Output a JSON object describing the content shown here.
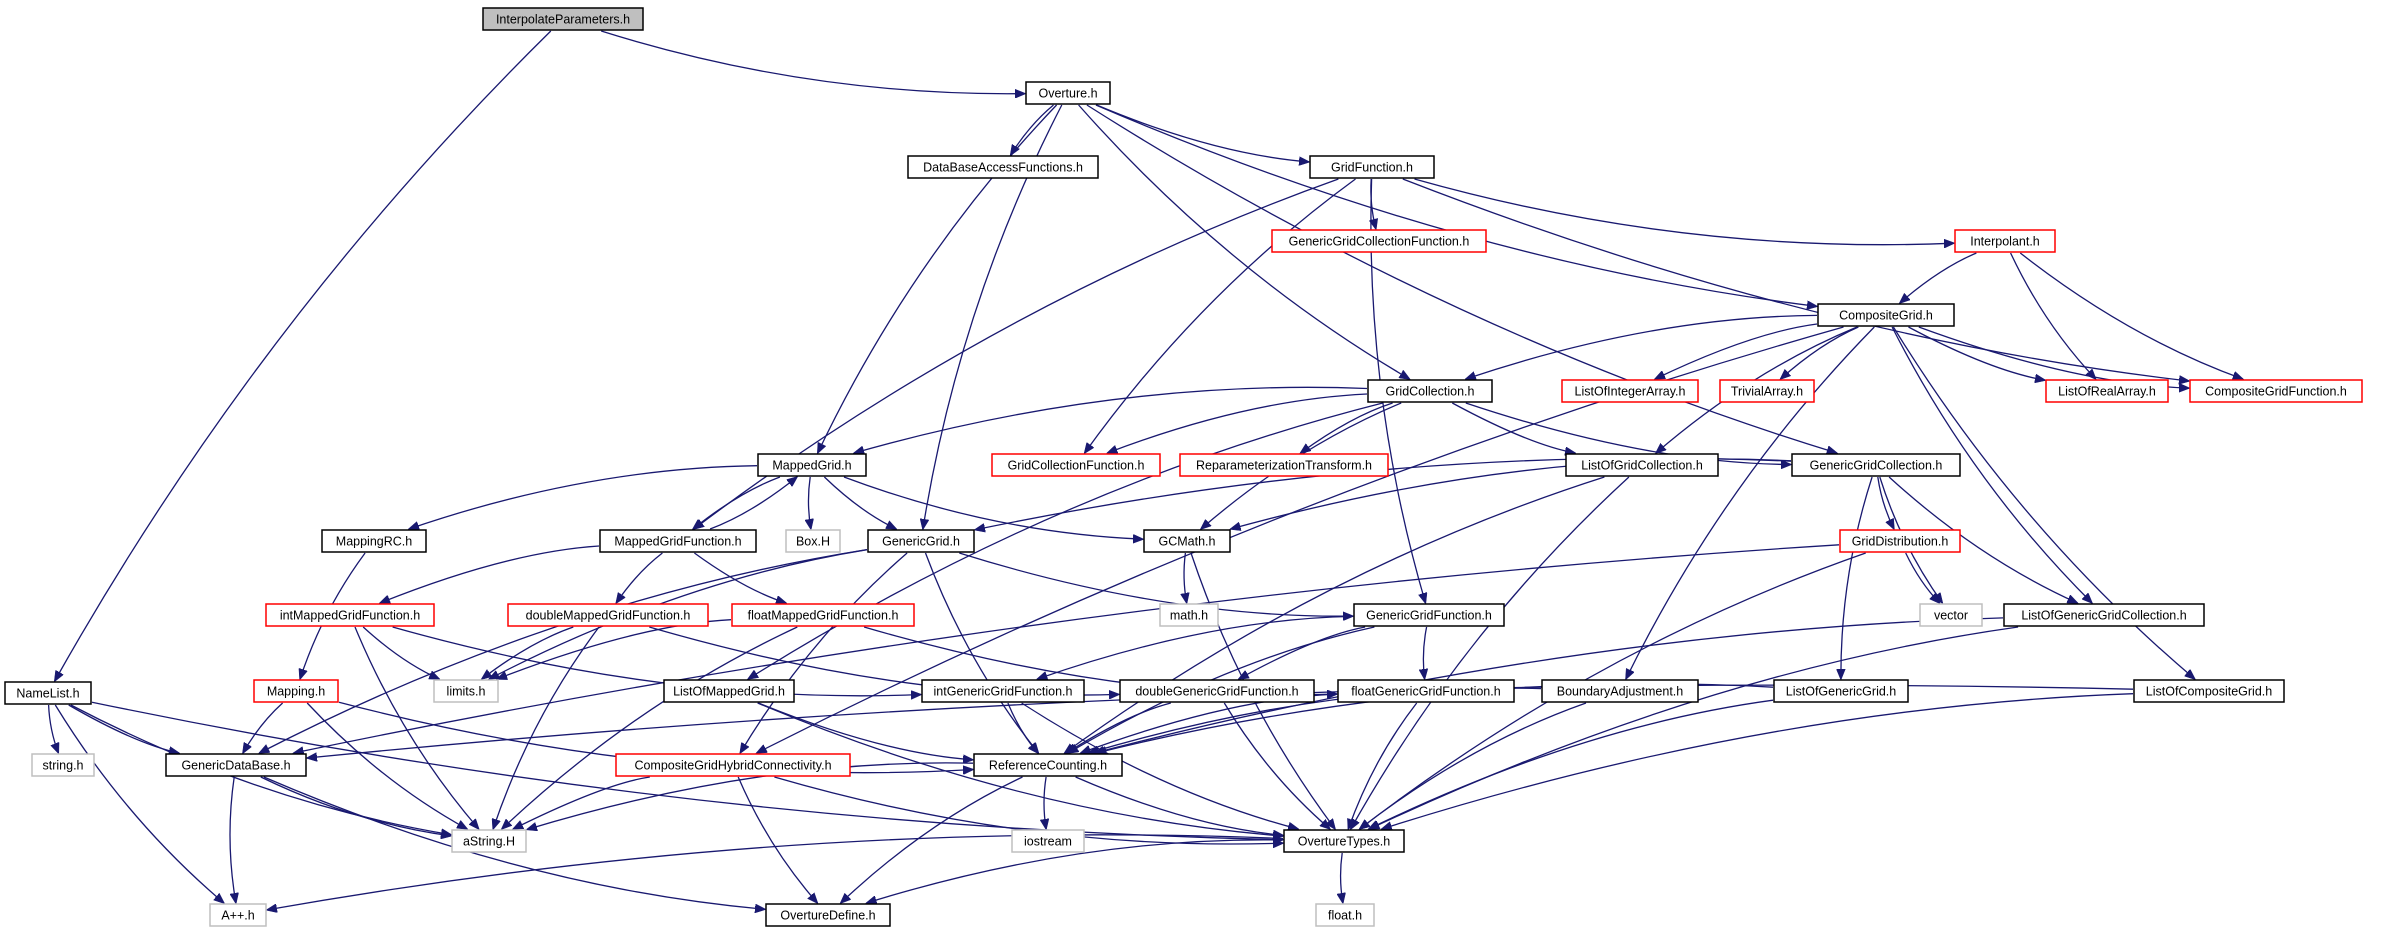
{
  "colors": {
    "edge": "#191970",
    "root_fill": "#bfbfbf",
    "normal_border": "#000000",
    "truncated_border": "#ff0000",
    "external_border": "#bfbfbf"
  },
  "nodes": {
    "InterpolateParameters": {
      "label": "InterpolateParameters.h",
      "kind": "root"
    },
    "Overture": {
      "label": "Overture.h",
      "kind": "normal"
    },
    "NameList": {
      "label": "NameList.h",
      "kind": "normal"
    },
    "DataBaseAccessFunctions": {
      "label": "DataBaseAccessFunctions.h",
      "kind": "normal"
    },
    "GridFunction": {
      "label": "GridFunction.h",
      "kind": "normal"
    },
    "GenericGridCollectionFunction": {
      "label": "GenericGridCollectionFunction.h",
      "kind": "truncated"
    },
    "Interpolant": {
      "label": "Interpolant.h",
      "kind": "truncated"
    },
    "CompositeGrid": {
      "label": "CompositeGrid.h",
      "kind": "normal"
    },
    "GridCollection": {
      "label": "GridCollection.h",
      "kind": "normal"
    },
    "ListOfIntegerArray": {
      "label": "ListOfIntegerArray.h",
      "kind": "truncated"
    },
    "TrivialArray": {
      "label": "TrivialArray.h",
      "kind": "truncated"
    },
    "ListOfRealArray": {
      "label": "ListOfRealArray.h",
      "kind": "truncated"
    },
    "CompositeGridFunction": {
      "label": "CompositeGridFunction.h",
      "kind": "truncated"
    },
    "MappedGrid": {
      "label": "MappedGrid.h",
      "kind": "normal"
    },
    "GridCollectionFunction": {
      "label": "GridCollectionFunction.h",
      "kind": "truncated"
    },
    "ReparameterizationTransform": {
      "label": "ReparameterizationTransform.h",
      "kind": "truncated"
    },
    "ListOfGridCollection": {
      "label": "ListOfGridCollection.h",
      "kind": "normal"
    },
    "GenericGridCollection": {
      "label": "GenericGridCollection.h",
      "kind": "normal"
    },
    "MappingRC": {
      "label": "MappingRC.h",
      "kind": "normal"
    },
    "MappedGridFunction": {
      "label": "MappedGridFunction.h",
      "kind": "normal"
    },
    "BoxH": {
      "label": "Box.H",
      "kind": "external"
    },
    "GenericGrid": {
      "label": "GenericGrid.h",
      "kind": "normal"
    },
    "GCMath": {
      "label": "GCMath.h",
      "kind": "normal"
    },
    "GridDistribution": {
      "label": "GridDistribution.h",
      "kind": "truncated"
    },
    "intMappedGridFunction": {
      "label": "intMappedGridFunction.h",
      "kind": "truncated"
    },
    "doubleMappedGridFunction": {
      "label": "doubleMappedGridFunction.h",
      "kind": "truncated"
    },
    "floatMappedGridFunction": {
      "label": "floatMappedGridFunction.h",
      "kind": "truncated"
    },
    "mathH": {
      "label": "math.h",
      "kind": "external"
    },
    "GenericGridFunction": {
      "label": "GenericGridFunction.h",
      "kind": "normal"
    },
    "vector": {
      "label": "vector",
      "kind": "external"
    },
    "ListOfGenericGridCollection": {
      "label": "ListOfGenericGridCollection.h",
      "kind": "normal"
    },
    "limitsH": {
      "label": "limits.h",
      "kind": "external"
    },
    "Mapping": {
      "label": "Mapping.h",
      "kind": "truncated"
    },
    "ListOfMappedGrid": {
      "label": "ListOfMappedGrid.h",
      "kind": "normal"
    },
    "intGenericGridFunction": {
      "label": "intGenericGridFunction.h",
      "kind": "normal"
    },
    "doubleGenericGridFunction": {
      "label": "doubleGenericGridFunction.h",
      "kind": "normal"
    },
    "floatGenericGridFunction": {
      "label": "floatGenericGridFunction.h",
      "kind": "normal"
    },
    "BoundaryAdjustment": {
      "label": "BoundaryAdjustment.h",
      "kind": "normal"
    },
    "ListOfGenericGrid": {
      "label": "ListOfGenericGrid.h",
      "kind": "normal"
    },
    "ListOfCompositeGrid": {
      "label": "ListOfCompositeGrid.h",
      "kind": "normal"
    },
    "stringH": {
      "label": "string.h",
      "kind": "external"
    },
    "GenericDataBase": {
      "label": "GenericDataBase.h",
      "kind": "normal"
    },
    "CompositeGridHybridConnectivity": {
      "label": "CompositeGridHybridConnectivity.h",
      "kind": "truncated"
    },
    "ReferenceCounting": {
      "label": "ReferenceCounting.h",
      "kind": "normal"
    },
    "iostream": {
      "label": "iostream",
      "kind": "external"
    },
    "aStringH": {
      "label": "aString.H",
      "kind": "external"
    },
    "OvertureTypes": {
      "label": "OvertureTypes.h",
      "kind": "normal"
    },
    "AppH": {
      "label": "A++.h",
      "kind": "external"
    },
    "OvertureDefine": {
      "label": "OvertureDefine.h",
      "kind": "normal"
    },
    "floatH": {
      "label": "float.h",
      "kind": "external"
    }
  },
  "edges": [
    [
      "InterpolateParameters",
      "Overture"
    ],
    [
      "InterpolateParameters",
      "NameList"
    ],
    [
      "Overture",
      "DataBaseAccessFunctions"
    ],
    [
      "Overture",
      "GridFunction"
    ],
    [
      "Overture",
      "MappedGrid"
    ],
    [
      "Overture",
      "GenericGrid"
    ],
    [
      "Overture",
      "GridCollection"
    ],
    [
      "Overture",
      "CompositeGrid"
    ],
    [
      "Overture",
      "GenericGridCollection"
    ],
    [
      "GridFunction",
      "GenericGridCollectionFunction"
    ],
    [
      "GridFunction",
      "Interpolant"
    ],
    [
      "GridFunction",
      "CompositeGridFunction"
    ],
    [
      "GridFunction",
      "GridCollectionFunction"
    ],
    [
      "GridFunction",
      "MappedGridFunction"
    ],
    [
      "GridFunction",
      "GenericGridFunction"
    ],
    [
      "Interpolant",
      "CompositeGrid"
    ],
    [
      "Interpolant",
      "ListOfRealArray"
    ],
    [
      "Interpolant",
      "CompositeGridFunction"
    ],
    [
      "CompositeGrid",
      "GridCollection"
    ],
    [
      "CompositeGrid",
      "ListOfIntegerArray"
    ],
    [
      "CompositeGrid",
      "TrivialArray"
    ],
    [
      "CompositeGrid",
      "ListOfRealArray"
    ],
    [
      "CompositeGrid",
      "CompositeGridFunction"
    ],
    [
      "CompositeGrid",
      "ListOfGridCollection"
    ],
    [
      "CompositeGrid",
      "BoundaryAdjustment"
    ],
    [
      "CompositeGrid",
      "ListOfGenericGridCollection"
    ],
    [
      "CompositeGrid",
      "ListOfCompositeGrid"
    ],
    [
      "CompositeGrid",
      "CompositeGridHybridConnectivity"
    ],
    [
      "GridCollection",
      "MappedGrid"
    ],
    [
      "GridCollection",
      "GridCollectionFunction"
    ],
    [
      "GridCollection",
      "ReparameterizationTransform"
    ],
    [
      "GridCollection",
      "ListOfGridCollection"
    ],
    [
      "GridCollection",
      "GenericGridCollection"
    ],
    [
      "GridCollection",
      "GCMath"
    ],
    [
      "GridCollection",
      "ListOfMappedGrid"
    ],
    [
      "MappedGrid",
      "MappingRC"
    ],
    [
      "MappedGrid",
      "MappedGridFunction"
    ],
    [
      "MappedGrid",
      "BoxH"
    ],
    [
      "MappedGrid",
      "GenericGrid"
    ],
    [
      "MappedGrid",
      "GCMath"
    ],
    [
      "MappedGridFunction",
      "MappedGrid"
    ],
    [
      "MappedGridFunction",
      "intMappedGridFunction"
    ],
    [
      "MappedGridFunction",
      "doubleMappedGridFunction"
    ],
    [
      "MappedGridFunction",
      "floatMappedGridFunction"
    ],
    [
      "MappingRC",
      "Mapping"
    ],
    [
      "GenericGrid",
      "GenericDataBase"
    ],
    [
      "GenericGrid",
      "limitsH"
    ],
    [
      "GenericGrid",
      "GenericGridFunction"
    ],
    [
      "GenericGrid",
      "ReferenceCounting"
    ],
    [
      "GenericGrid",
      "CompositeGridHybridConnectivity"
    ],
    [
      "GCMath",
      "mathH"
    ],
    [
      "GCMath",
      "OvertureTypes"
    ],
    [
      "ListOfGridCollection",
      "ReferenceCounting"
    ],
    [
      "ListOfGridCollection",
      "OvertureTypes"
    ],
    [
      "GenericGridCollection",
      "GenericGrid"
    ],
    [
      "GenericGridCollection",
      "GCMath"
    ],
    [
      "GenericGridCollection",
      "GridDistribution"
    ],
    [
      "GenericGridCollection",
      "vector"
    ],
    [
      "GenericGridCollection",
      "ListOfGenericGridCollection"
    ],
    [
      "GenericGridCollection",
      "ListOfGenericGrid"
    ],
    [
      "GridDistribution",
      "GenericDataBase"
    ],
    [
      "GridDistribution",
      "vector"
    ],
    [
      "GridDistribution",
      "OvertureTypes"
    ],
    [
      "intMappedGridFunction",
      "limitsH"
    ],
    [
      "intMappedGridFunction",
      "aStringH"
    ],
    [
      "intMappedGridFunction",
      "intGenericGridFunction"
    ],
    [
      "doubleMappedGridFunction",
      "limitsH"
    ],
    [
      "doubleMappedGridFunction",
      "aStringH"
    ],
    [
      "doubleMappedGridFunction",
      "doubleGenericGridFunction"
    ],
    [
      "floatMappedGridFunction",
      "limitsH"
    ],
    [
      "floatMappedGridFunction",
      "aStringH"
    ],
    [
      "floatMappedGridFunction",
      "floatGenericGridFunction"
    ],
    [
      "GenericGridFunction",
      "intGenericGridFunction"
    ],
    [
      "GenericGridFunction",
      "doubleGenericGridFunction"
    ],
    [
      "GenericGridFunction",
      "floatGenericGridFunction"
    ],
    [
      "GenericGridFunction",
      "ReferenceCounting"
    ],
    [
      "intGenericGridFunction",
      "ReferenceCounting"
    ],
    [
      "intGenericGridFunction",
      "OvertureTypes"
    ],
    [
      "doubleGenericGridFunction",
      "ReferenceCounting"
    ],
    [
      "doubleGenericGridFunction",
      "OvertureTypes"
    ],
    [
      "floatGenericGridFunction",
      "ReferenceCounting"
    ],
    [
      "floatGenericGridFunction",
      "OvertureTypes"
    ],
    [
      "BoundaryAdjustment",
      "OvertureTypes"
    ],
    [
      "BoundaryAdjustment",
      "ReferenceCounting"
    ],
    [
      "ListOfGenericGrid",
      "ReferenceCounting"
    ],
    [
      "ListOfGenericGrid",
      "OvertureTypes"
    ],
    [
      "ListOfGenericGridCollection",
      "ReferenceCounting"
    ],
    [
      "ListOfGenericGridCollection",
      "OvertureTypes"
    ],
    [
      "ListOfCompositeGrid",
      "GenericDataBase"
    ],
    [
      "ListOfCompositeGrid",
      "OvertureTypes"
    ],
    [
      "ListOfMappedGrid",
      "ReferenceCounting"
    ],
    [
      "ListOfMappedGrid",
      "OvertureTypes"
    ],
    [
      "Mapping",
      "GenericDataBase"
    ],
    [
      "Mapping",
      "aStringH"
    ],
    [
      "Mapping",
      "ReferenceCounting"
    ],
    [
      "NameList",
      "stringH"
    ],
    [
      "NameList",
      "GenericDataBase"
    ],
    [
      "NameList",
      "aStringH"
    ],
    [
      "NameList",
      "AppH"
    ],
    [
      "NameList",
      "OvertureTypes"
    ],
    [
      "GenericDataBase",
      "aStringH"
    ],
    [
      "GenericDataBase",
      "AppH"
    ],
    [
      "GenericDataBase",
      "OvertureDefine"
    ],
    [
      "CompositeGridHybridConnectivity",
      "aStringH"
    ],
    [
      "CompositeGridHybridConnectivity",
      "OvertureDefine"
    ],
    [
      "CompositeGridHybridConnectivity",
      "OvertureTypes"
    ],
    [
      "ReferenceCounting",
      "iostream"
    ],
    [
      "ReferenceCounting",
      "aStringH"
    ],
    [
      "ReferenceCounting",
      "OvertureTypes"
    ],
    [
      "ReferenceCounting",
      "OvertureDefine"
    ],
    [
      "OvertureTypes",
      "AppH"
    ],
    [
      "OvertureTypes",
      "OvertureDefine"
    ],
    [
      "OvertureTypes",
      "floatH"
    ]
  ]
}
